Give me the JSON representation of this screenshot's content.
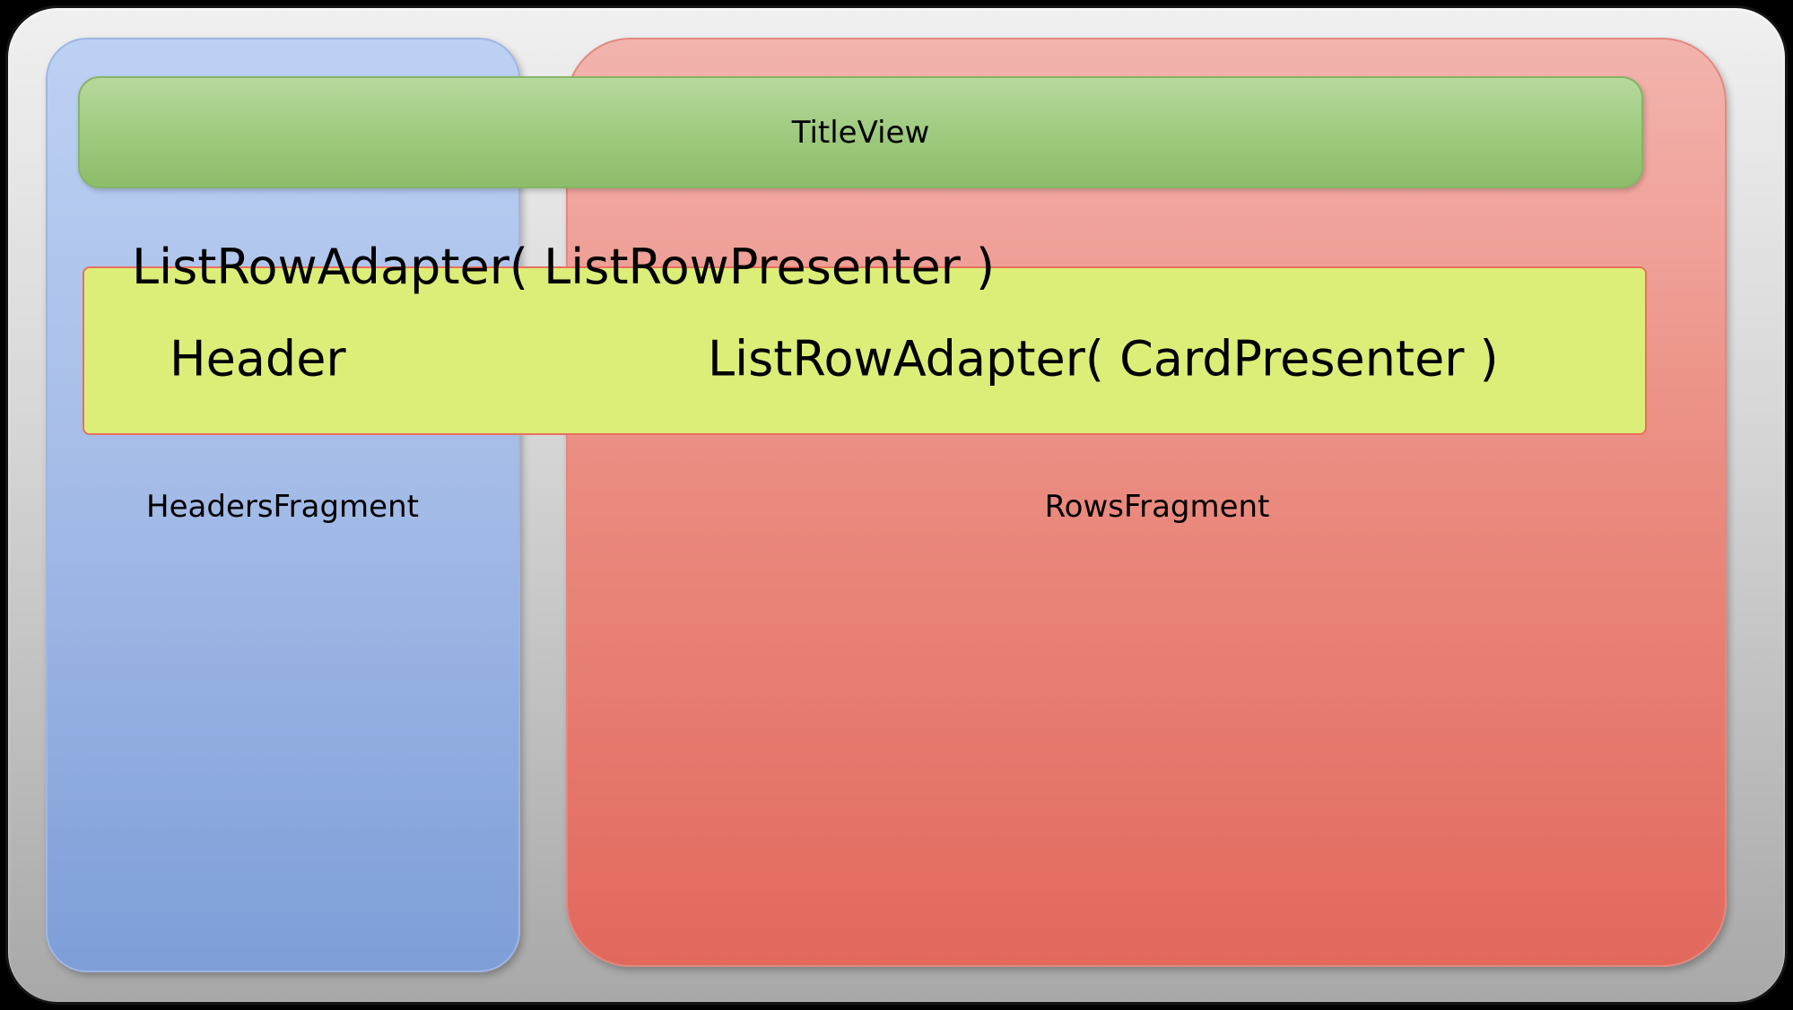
{
  "diagram": {
    "title_view_label": "TitleView",
    "list_row_presenter_label": "ListRowAdapter( ListRowPresenter )",
    "header_label": "Header",
    "card_presenter_label": "ListRowAdapter( CardPresenter )",
    "headers_fragment_label": "HeadersFragment",
    "rows_fragment_label": "RowsFragment"
  },
  "colors": {
    "background": "#000000",
    "outer_gray_top": "#f0f0f0",
    "outer_gray_bottom": "#a8a8a8",
    "blue_top": "#bdd1f3",
    "blue_bottom": "#7e9ed8",
    "blue_border": "#9fb6e4",
    "red_top": "#f3b4ae",
    "red_bottom": "#e2685c",
    "red_border": "#e08a80",
    "green_top": "#b7d99e",
    "green_bottom": "#8cbd6a",
    "green_border": "#86b564",
    "yellow": "#dcee77",
    "yellow_border": "#e87060",
    "text": "#000000"
  }
}
